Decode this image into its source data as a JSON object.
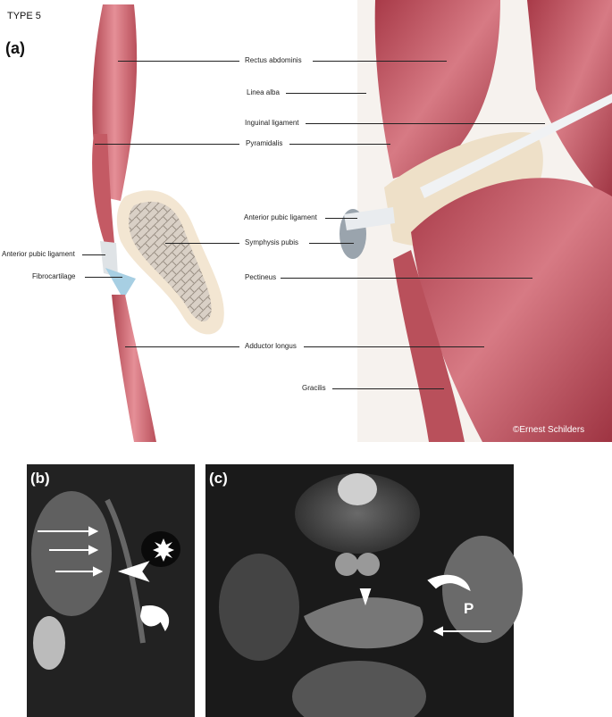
{
  "header": {
    "type_label": "TYPE 5",
    "panel_a": "(a)",
    "panel_b": "(b)",
    "panel_c": "(c)"
  },
  "labels": {
    "rectus_abdominis": "Rectus abdominis",
    "linea_alba": "Linea alba",
    "inguinal_ligament": "Inguinal ligament",
    "pyramidalis": "Pyramidalis",
    "anterior_pubic_ligament_center": "Anterior pubic ligament",
    "symphysis_pubis": "Symphysis pubis",
    "anterior_pubic_ligament_left": "Anterior pubic ligament",
    "fibrocartilage": "Fibrocartilage",
    "pectineus": "Pectineus",
    "adductor_longus": "Adductor longus",
    "gracilis": "Gracilis"
  },
  "copyright": "©Ernest Schilders",
  "mri_c_label": "P",
  "colors": {
    "muscle": "#c9606a",
    "muscle_light": "#e79aa0",
    "bone": "#f3e6d2",
    "tendon": "#e6e9ec",
    "cartilage": "#a7cfe3",
    "mri_bg": "#1a1a1a"
  }
}
